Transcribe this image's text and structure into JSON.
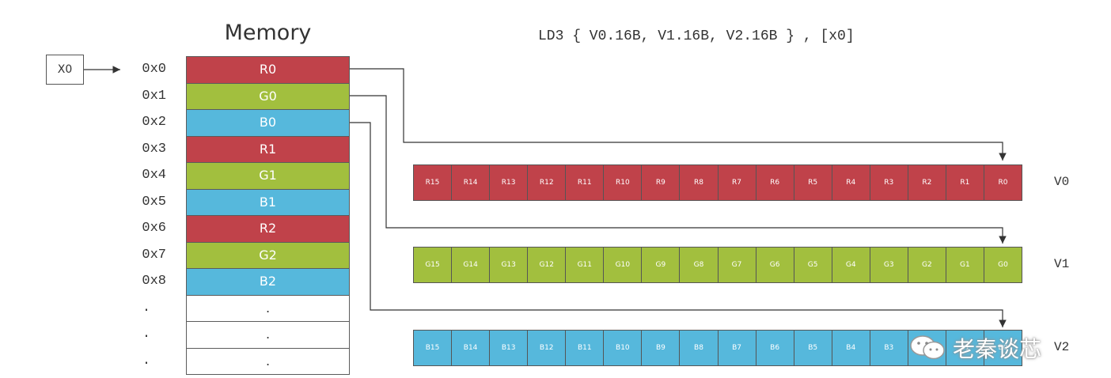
{
  "memory": {
    "title": "Memory",
    "addresses": [
      "0x0",
      "0x1",
      "0x2",
      "0x3",
      "0x4",
      "0x5",
      "0x6",
      "0x7",
      "0x8",
      ".",
      ".",
      "."
    ],
    "cells": [
      {
        "label": "R0",
        "color": "#c0424a"
      },
      {
        "label": "G0",
        "color": "#a2bf3e"
      },
      {
        "label": "B0",
        "color": "#56b8dc"
      },
      {
        "label": "R1",
        "color": "#c0424a"
      },
      {
        "label": "G1",
        "color": "#a2bf3e"
      },
      {
        "label": "B1",
        "color": "#56b8dc"
      },
      {
        "label": "R2",
        "color": "#c0424a"
      },
      {
        "label": "G2",
        "color": "#a2bf3e"
      },
      {
        "label": "B2",
        "color": "#56b8dc"
      },
      {
        "label": ".",
        "color": "#ffffff"
      },
      {
        "label": ".",
        "color": "#ffffff"
      },
      {
        "label": ".",
        "color": "#ffffff"
      }
    ]
  },
  "pointer": {
    "label": "X0"
  },
  "instruction": "LD3 { V0.16B, V1.16B, V2.16B } , [x0]",
  "registers": [
    {
      "name": "V0",
      "color": "#c0424a",
      "lanes": [
        "R15",
        "R14",
        "R13",
        "R12",
        "R11",
        "R10",
        "R9",
        "R8",
        "R7",
        "R6",
        "R5",
        "R4",
        "R3",
        "R2",
        "R1",
        "R0"
      ]
    },
    {
      "name": "V1",
      "color": "#a2bf3e",
      "lanes": [
        "G15",
        "G14",
        "G13",
        "G12",
        "G11",
        "G10",
        "G9",
        "G8",
        "G7",
        "G6",
        "G5",
        "G4",
        "G3",
        "G2",
        "G1",
        "G0"
      ]
    },
    {
      "name": "V2",
      "color": "#56b8dc",
      "lanes": [
        "B15",
        "B14",
        "B13",
        "B12",
        "B11",
        "B10",
        "B9",
        "B8",
        "B7",
        "B6",
        "B5",
        "B4",
        "B3",
        "B2",
        "B1",
        "B0"
      ]
    }
  ],
  "watermark": {
    "text": "老秦谈芯"
  },
  "icons": {
    "arrow": "arrow-right-icon",
    "wechat": "wechat-icon"
  }
}
